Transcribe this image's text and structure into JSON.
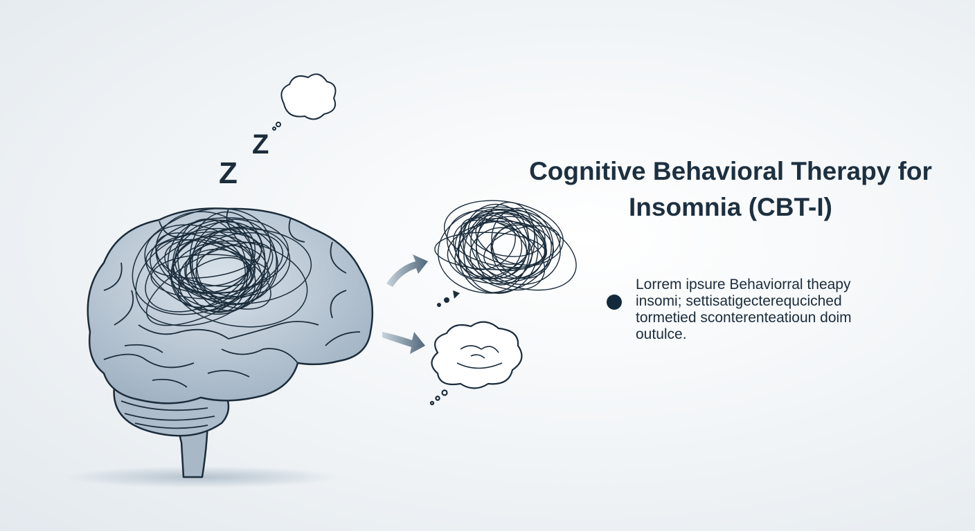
{
  "title": "Cognitive Behavioral Therapy for Insomnia (CBT-I)",
  "bullet_text": "Lorrem ipsure Behaviorral theapy insomi; settisatigecterequciched tormetied sconterenteatioun doim outulce.",
  "sleep_letters": [
    "Z",
    "Z"
  ],
  "colors": {
    "ink": "#1b2c3b",
    "brain_fill": "#b9c7d4",
    "arrow": "#6d8294"
  }
}
